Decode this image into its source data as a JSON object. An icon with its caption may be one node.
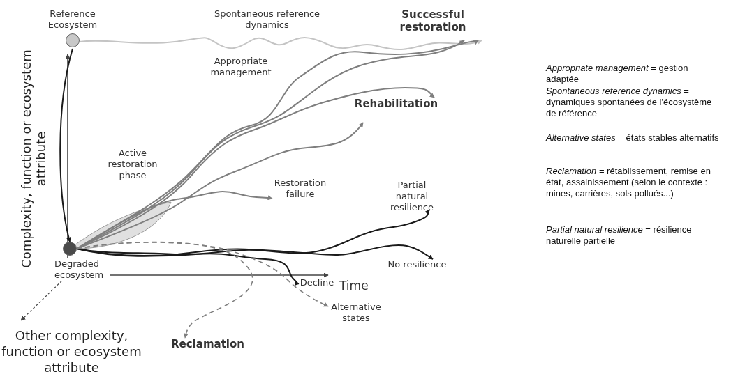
{
  "diagram": {
    "nodes": [
      {
        "text": [
          "Reference Ecosystem"
        ]
      },
      {
        "text": [
          "Degraded ecosystem"
        ]
      },
      {
        "text": [
          "Successful restoration"
        ]
      },
      {
        "text": [
          "Rehabilitation"
        ]
      },
      {
        "text": [
          "Restoration failure"
        ]
      },
      {
        "text": [
          "Partial natural resilience"
        ]
      },
      {
        "text": [
          "No resilience"
        ]
      },
      {
        "text": [
          "Decline"
        ]
      },
      {
        "text": [
          "Alternative states"
        ]
      },
      {
        "text": [
          "Reclamation"
        ]
      }
    ],
    "edges": [
      {
        "from": 0,
        "to": 1,
        "arrow": "to",
        "color": "#1a1a1a"
      },
      {
        "from": 0,
        "to": 2,
        "arrow": "to",
        "color": "#c4c4c4"
      },
      {
        "from": 1,
        "to": 2,
        "arrow": "to"
      },
      {
        "from": 1,
        "to": 2,
        "arrow": "to"
      },
      {
        "from": 1,
        "to": 3,
        "arrow": "to"
      },
      {
        "from": 1,
        "to": 3,
        "arrow": "to"
      },
      {
        "from": 1,
        "to": 4,
        "arrow": "to"
      },
      {
        "from": 1,
        "to": 5,
        "arrow": "to",
        "color": "#1a1a1a"
      },
      {
        "from": 1,
        "to": 6,
        "arrow": "to",
        "color": "#1a1a1a"
      },
      {
        "from": 1,
        "to": 7,
        "arrow": "to",
        "color": "#1a1a1a"
      },
      {
        "from": 1,
        "to": 8,
        "arrow": "to",
        "style": "dashed"
      },
      {
        "from": 1,
        "to": 9,
        "arrow": "to",
        "style": "dashed"
      }
    ],
    "labels": [
      "Spontaneous reference dynamics",
      "Appropriate management",
      "Active restoration phase",
      "Complexity, function or ecosystem attribute",
      "Time",
      "Other complexity, function or ecosystem attribute",
      "*Appropriate management* = gestion adaptée",
      "*Spontaneous reference dynamics* = dynamiques spontanées de l'écosystème de référence",
      "*Alternative states* = états stables alternatifs",
      "*Reclamation* = rétablissement, remise en état, assainissement (selon le contexte :  mines, carrières, sols pollués...)",
      "*Partial natural resilience* = résilience naturelle partielle"
    ]
  }
}
